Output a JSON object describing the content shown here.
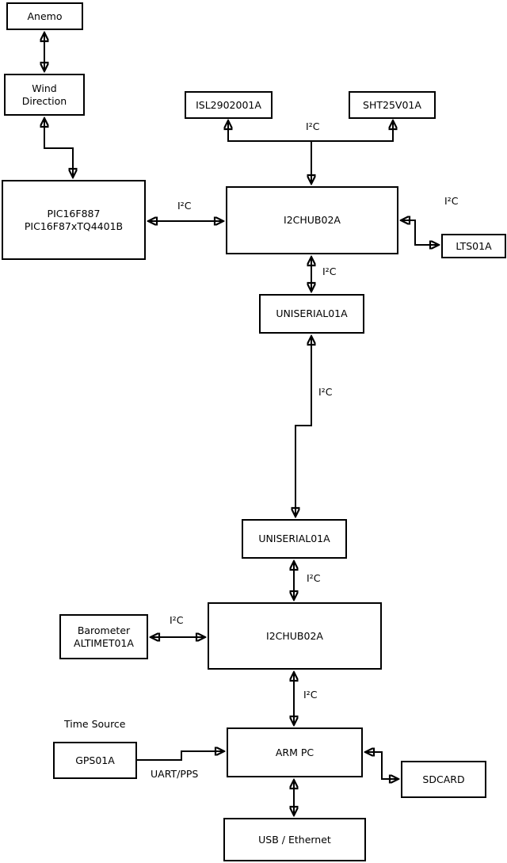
{
  "diagram": {
    "colors": {
      "background": "#ffffff",
      "stroke": "#000000",
      "text": "#000000"
    },
    "nodes": {
      "anemo": {
        "label": "Anemo"
      },
      "wind_direction": {
        "line1": "Wind",
        "line2": "Direction"
      },
      "pic": {
        "line1": "PIC16F887",
        "line2": "PIC16F87xTQ4401B"
      },
      "isl": {
        "label": "ISL2902001A"
      },
      "sht": {
        "label": "SHT25V01A"
      },
      "hub1": {
        "label": "I2CHUB02A"
      },
      "lts": {
        "label": "LTS01A"
      },
      "uniserial1": {
        "label": "UNISERIAL01A"
      },
      "uniserial2": {
        "label": "UNISERIAL01A"
      },
      "barometer": {
        "line1": "Barometer",
        "line2": "ALTIMET01A"
      },
      "hub2": {
        "label": "I2CHUB02A"
      },
      "arm_pc": {
        "label": "ARM PC"
      },
      "gps": {
        "label": "GPS01A"
      },
      "sdcard": {
        "label": "SDCARD"
      },
      "usb_ethernet": {
        "label": "USB / Ethernet"
      }
    },
    "edge_labels": {
      "i2c_top_sensors": "I²C",
      "i2c_pic_hub1": "I²C",
      "i2c_hub1_lts": "I²C",
      "i2c_hub1_uniserial1": "I²C",
      "i2c_uniserial_link": "I²C",
      "i2c_uniserial2_hub2": "I²C",
      "i2c_barometer_hub2": "I²C",
      "i2c_hub2_armpc": "I²C",
      "time_source": "Time Source",
      "uart_pps": "UART/PPS"
    }
  }
}
